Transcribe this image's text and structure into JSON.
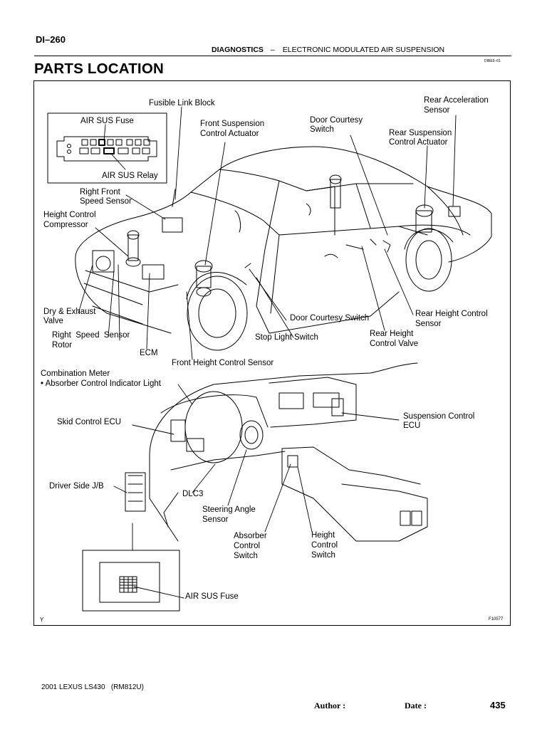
{
  "header": {
    "page_code": "DI–260",
    "section_title": "DIAGNOSTICS",
    "section_dash": "–",
    "section_subtitle": "ELECTRONIC MODULATED AIR SUSPENSION",
    "doc_code": "DIBE6–01"
  },
  "page_title": "PARTS LOCATION",
  "figure": {
    "corner_mark": "Y",
    "figure_code": "F10577",
    "labels": {
      "fusible_link_block": "Fusible Link Block",
      "air_sus_fuse_top": "AIR SUS Fuse",
      "air_sus_relay": "AIR SUS Relay",
      "front_suspension_actuator_1": "Front Suspension",
      "front_suspension_actuator_2": "Control Actuator",
      "door_courtesy_switch_top_1": "Door Courtesy",
      "door_courtesy_switch_top_2": "Switch",
      "rear_acceleration_sensor_1": "Rear Acceleration",
      "rear_acceleration_sensor_2": "Sensor",
      "rear_suspension_actuator_1": "Rear Suspension",
      "rear_suspension_actuator_2": "Control Actuator",
      "right_front_speed_sensor_1": "Right Front",
      "right_front_speed_sensor_2": "Speed Sensor",
      "height_control_compressor_1": "Height Control",
      "height_control_compressor_2": "Compressor",
      "dry_exhaust_valve_1": "Dry & Exhaust",
      "dry_exhaust_valve_2": "Valve",
      "right_speed_sensor_rotor_1": "Right  Speed  Sensor",
      "right_speed_sensor_rotor_2": "Rotor",
      "ecm": "ECM",
      "door_courtesy_switch_mid": "Door Courtesy Switch",
      "stop_light_switch": "Stop Light Switch",
      "rear_height_control_sensor_1": "Rear Height Control",
      "rear_height_control_sensor_2": "Sensor",
      "rear_height_control_valve_1": "Rear Height",
      "rear_height_control_valve_2": "Control Valve",
      "front_height_control_sensor": "Front Height Control Sensor",
      "combination_meter_1": "Combination Meter",
      "combination_meter_2": "• Absorber Control Indicator Light",
      "skid_control_ecu": "Skid Control ECU",
      "suspension_control_ecu_1": "Suspension Control",
      "suspension_control_ecu_2": "ECU",
      "driver_side_jb": "Driver Side J/B",
      "dlc3": "DLC3",
      "steering_angle_sensor_1": "Steering Angle",
      "steering_angle_sensor_2": "Sensor",
      "absorber_control_switch_1": "Absorber",
      "absorber_control_switch_2": "Control",
      "absorber_control_switch_3": "Switch",
      "height_control_switch_1": "Height",
      "height_control_switch_2": "Control",
      "height_control_switch_3": "Switch",
      "air_sus_fuse_bottom": "AIR SUS Fuse"
    }
  },
  "footer": {
    "model": "2001 LEXUS LS430   (RM812U)",
    "author_label": "Author :",
    "date_label": "Date :",
    "page_number": "435"
  }
}
